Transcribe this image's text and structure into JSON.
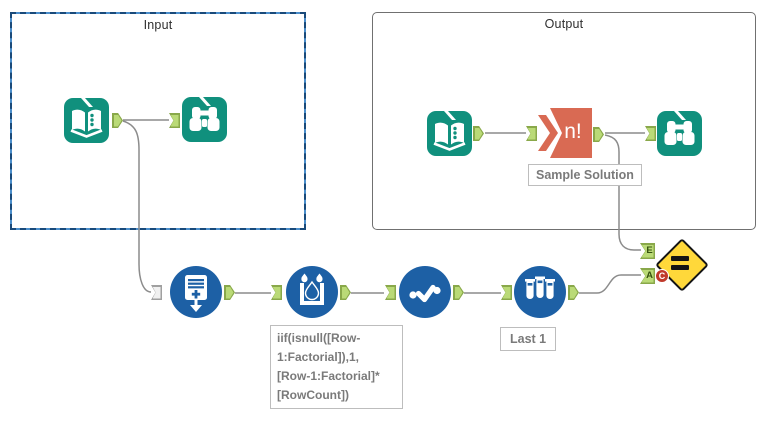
{
  "containers": {
    "input": {
      "title": "Input"
    },
    "output": {
      "title": "Output"
    }
  },
  "macro_tool": {
    "glyph": "n!",
    "annotation": "Sample Solution"
  },
  "sample_tool": {
    "annotation": "Last 1"
  },
  "multi_row_formula_tool": {
    "annotation_lines": [
      "iif(isnull([Row-",
      "1:Factorial]),1,",
      "[Row-1:Factorial]*",
      "[RowCount])"
    ],
    "annotation_full": "iif(isnull([Row-1:Factorial]),1,[Row-1:Factorial]*[RowCount])"
  },
  "test_tool": {
    "expected_input_label": "E",
    "actual_input_label": "A",
    "connection_badge": "C"
  },
  "colors": {
    "tool_teal": "#10907d",
    "tool_blue": "#1d60a5",
    "macro_orange": "#d96a53",
    "anchor_green_fill": "#bada77",
    "anchor_green_border": "#89a84a",
    "container_selected_blue": "#2e75b6",
    "container_border_gray": "#707070",
    "wire_gray": "#8c8c8c",
    "test_yellow": "#ffd83a",
    "badge_red": "#c0392b",
    "annotation_text_gray": "#7a7a7a"
  }
}
